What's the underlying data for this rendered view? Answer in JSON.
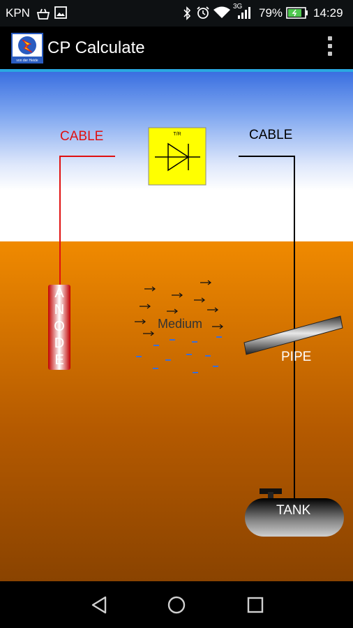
{
  "status_bar": {
    "carrier": "KPN",
    "network": "3G",
    "battery": "79%",
    "time": "14:29"
  },
  "app_bar": {
    "title": "CP Calculate",
    "logo_caption": "von der Heide"
  },
  "scene": {
    "cable_left": "CABLE",
    "cable_right": "CABLE",
    "rectifier_label": "T/R",
    "anode_label": "ANODE",
    "medium_label": "Medium",
    "pipe_label": "PIPE",
    "tank_label": "TANK"
  },
  "colors": {
    "cable_left": "#e01010",
    "cable_right": "#000000",
    "rectifier_bg": "#ffff00",
    "ground_top": "#f08a00",
    "ground_bottom": "#8a4300",
    "accent": "#2aa8e0"
  },
  "icons": {
    "nav": [
      "back-icon",
      "home-icon",
      "recents-icon"
    ]
  }
}
